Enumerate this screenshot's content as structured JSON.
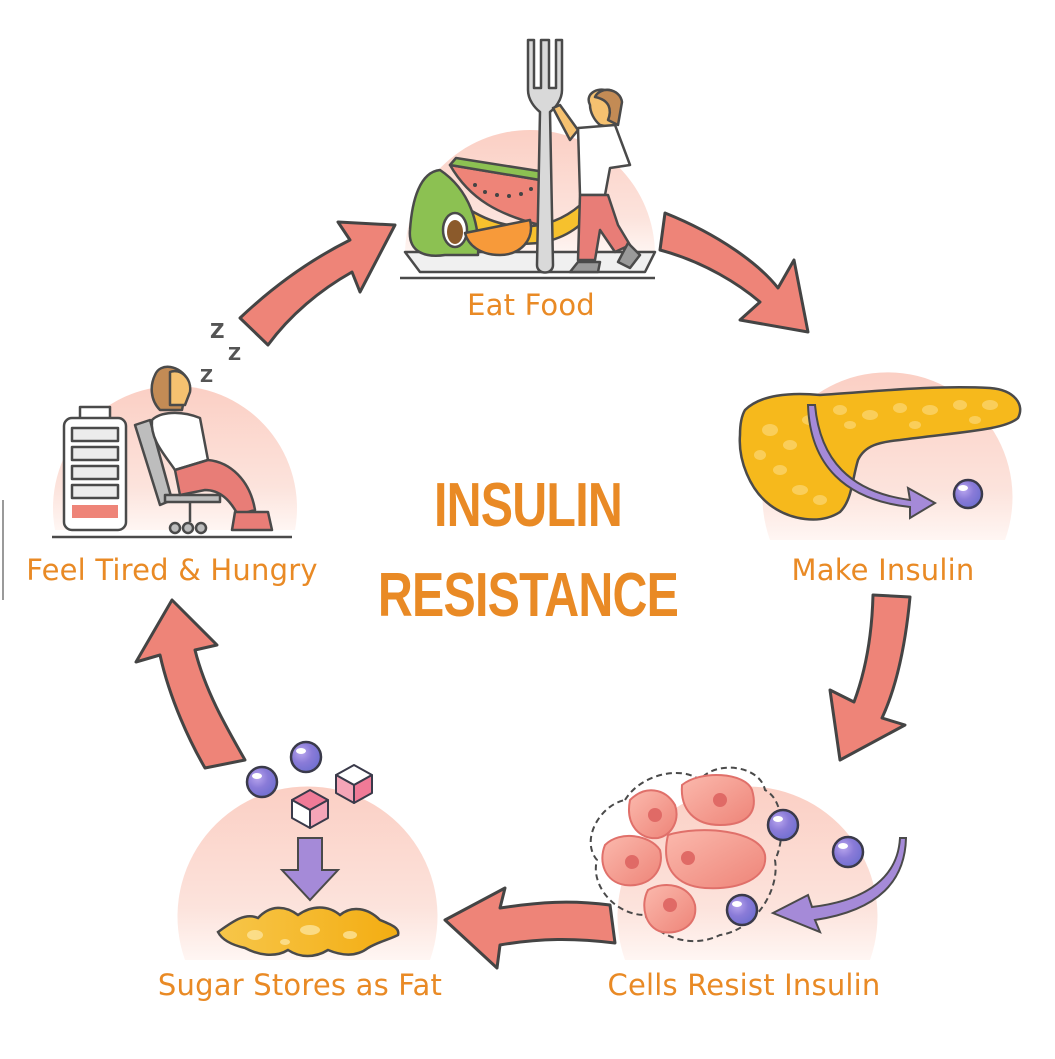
{
  "title": {
    "line1": "INSULIN",
    "line2": "RESISTANCE"
  },
  "colors": {
    "text_orange": "#e98a25",
    "arrow_fill": "#ee8478",
    "outline": "#4a4a4a",
    "circle_bg": "#fbd6cd",
    "insulin_purple": "#8f7fd6",
    "fat_yellow": "#f6b91c"
  },
  "cycle": [
    {
      "id": "eat-food",
      "label": "Eat Food",
      "icon": "plate-fruit-fork-person-icon"
    },
    {
      "id": "make-insulin",
      "label": "Make Insulin",
      "icon": "pancreas-icon"
    },
    {
      "id": "cells-resist-insulin",
      "label": "Cells Resist Insulin",
      "icon": "cells-insulin-icon"
    },
    {
      "id": "sugar-stores-as-fat",
      "label": "Sugar Stores as Fat",
      "icon": "sugar-to-fat-icon"
    },
    {
      "id": "feel-tired-hungry",
      "label": "Feel Tired & Hungry",
      "icon": "tired-person-battery-icon"
    }
  ],
  "arrows": [
    {
      "from": "feel-tired-hungry",
      "to": "eat-food"
    },
    {
      "from": "eat-food",
      "to": "make-insulin"
    },
    {
      "from": "make-insulin",
      "to": "cells-resist-insulin"
    },
    {
      "from": "cells-resist-insulin",
      "to": "sugar-stores-as-fat"
    },
    {
      "from": "sugar-stores-as-fat",
      "to": "feel-tired-hungry"
    }
  ],
  "sleep_letters": [
    "Z",
    "Z",
    "Z"
  ]
}
